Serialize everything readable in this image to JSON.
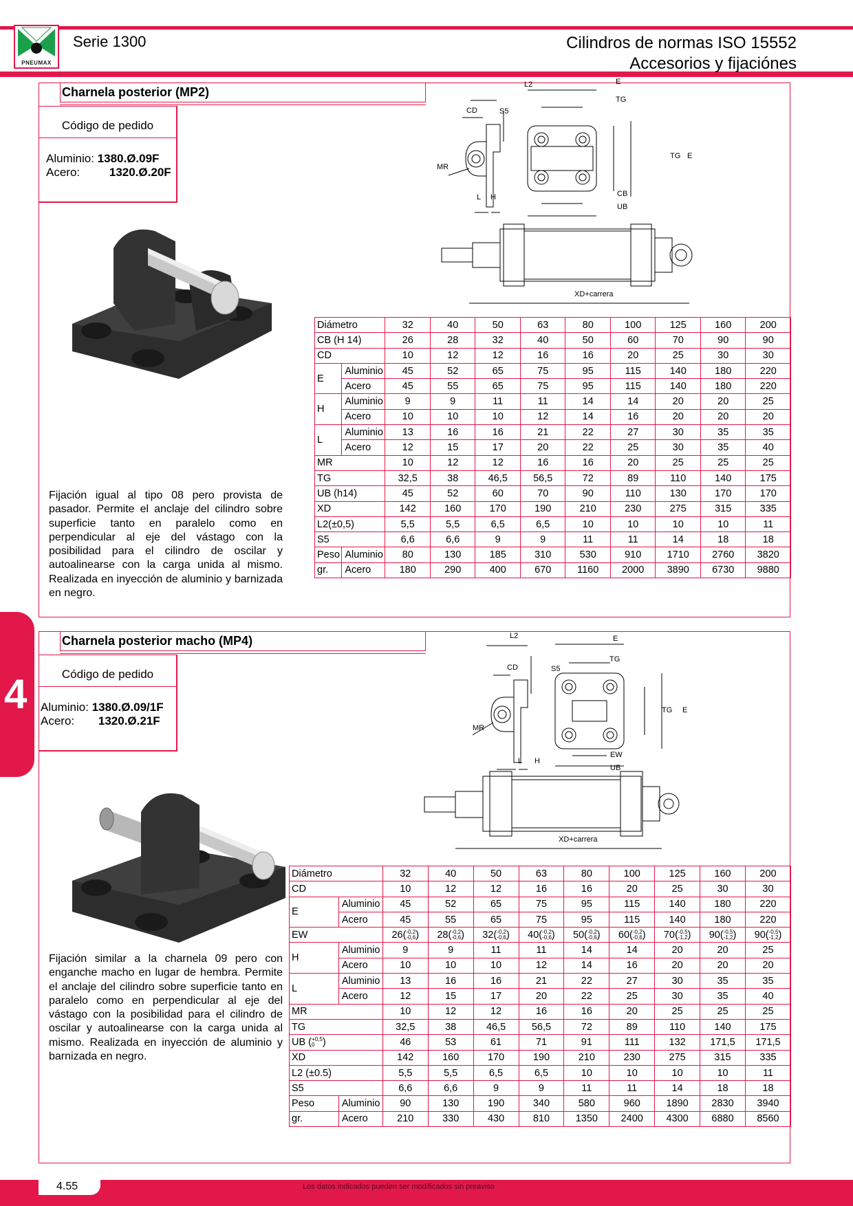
{
  "header": {
    "logo_text": "PNEUMAX",
    "series": "Serie 1300",
    "title_line1": "Cilindros de normas ISO 15552",
    "title_line2": "Accesorios y fijaciónes"
  },
  "side_tab": "4",
  "sections": [
    {
      "title": "Charnela posterior (MP2)",
      "order_label": "Código de pedido",
      "codes": [
        {
          "material": "Aluminio:",
          "code": "1380.Ø.09F"
        },
        {
          "material": "Acero:",
          "code": "1320.Ø.20F"
        }
      ],
      "description": "Fijación igual al tipo 08 pero provista de pasador. Permite el anclaje del cilindro sobre superficie tanto en paralelo como en perpendicular al eje del vástago con la posibilidad para el cilindro de oscilar y autoalinearse con la carga unida al mismo. Realizada en inyección de aluminio y barnizada en negro.",
      "drawing_labels": {
        "L2": "L2",
        "E": "E",
        "TG": "TG",
        "S5": "S5",
        "CD": "CD",
        "MR": "MR",
        "L": "L",
        "H": "H",
        "CB": "CB",
        "UB": "UB",
        "XD": "XD+carrera"
      },
      "table": {
        "header_label": "Diámetro",
        "diameters": [
          "32",
          "40",
          "50",
          "63",
          "80",
          "100",
          "125",
          "160",
          "200"
        ],
        "rows": [
          {
            "label": "CB (H 14)",
            "values": [
              "26",
              "28",
              "32",
              "40",
              "50",
              "60",
              "70",
              "90",
              "90"
            ]
          },
          {
            "label": "CD",
            "values": [
              "10",
              "12",
              "12",
              "16",
              "16",
              "20",
              "25",
              "30",
              "30"
            ]
          },
          {
            "label": "E",
            "sub": [
              {
                "label": "Aluminio",
                "values": [
                  "45",
                  "52",
                  "65",
                  "75",
                  "95",
                  "115",
                  "140",
                  "180",
                  "220"
                ]
              },
              {
                "label": "Acero",
                "values": [
                  "45",
                  "55",
                  "65",
                  "75",
                  "95",
                  "115",
                  "140",
                  "180",
                  "220"
                ]
              }
            ]
          },
          {
            "label": "H",
            "sub": [
              {
                "label": "Aluminio",
                "values": [
                  "9",
                  "9",
                  "11",
                  "11",
                  "14",
                  "14",
                  "20",
                  "20",
                  "25"
                ]
              },
              {
                "label": "Acero",
                "values": [
                  "10",
                  "10",
                  "10",
                  "12",
                  "14",
                  "16",
                  "20",
                  "20",
                  "20"
                ]
              }
            ]
          },
          {
            "label": "L",
            "sub": [
              {
                "label": "Aluminio",
                "values": [
                  "13",
                  "16",
                  "16",
                  "21",
                  "22",
                  "27",
                  "30",
                  "35",
                  "35"
                ]
              },
              {
                "label": "Acero",
                "values": [
                  "12",
                  "15",
                  "17",
                  "20",
                  "22",
                  "25",
                  "30",
                  "35",
                  "40"
                ]
              }
            ]
          },
          {
            "label": "MR",
            "values": [
              "10",
              "12",
              "12",
              "16",
              "16",
              "20",
              "25",
              "25",
              "25"
            ]
          },
          {
            "label": "TG",
            "values": [
              "32,5",
              "38",
              "46,5",
              "56,5",
              "72",
              "89",
              "110",
              "140",
              "175"
            ]
          },
          {
            "label": "UB (h14)",
            "values": [
              "45",
              "52",
              "60",
              "70",
              "90",
              "110",
              "130",
              "170",
              "170"
            ]
          },
          {
            "label": "XD",
            "values": [
              "142",
              "160",
              "170",
              "190",
              "210",
              "230",
              "275",
              "315",
              "335"
            ]
          },
          {
            "label": "L2(±0,5)",
            "values": [
              "5,5",
              "5,5",
              "6,5",
              "6,5",
              "10",
              "10",
              "10",
              "10",
              "11"
            ]
          },
          {
            "label": "S5",
            "values": [
              "6,6",
              "6,6",
              "9",
              "9",
              "11",
              "11",
              "14",
              "18",
              "18"
            ]
          },
          {
            "label": "Peso",
            "label2": "gr.",
            "sub": [
              {
                "label": "Aluminio",
                "values": [
                  "80",
                  "130",
                  "185",
                  "310",
                  "530",
                  "910",
                  "1710",
                  "2760",
                  "3820"
                ]
              },
              {
                "label": "Acero",
                "values": [
                  "180",
                  "290",
                  "400",
                  "670",
                  "1160",
                  "2000",
                  "3890",
                  "6730",
                  "9880"
                ]
              }
            ]
          }
        ]
      }
    },
    {
      "title": "Charnela posterior macho (MP4)",
      "order_label": "Código de pedido",
      "codes": [
        {
          "material": "Aluminio:",
          "code": "1380.Ø.09/1F"
        },
        {
          "material": "Acero:",
          "code": "1320.Ø.21F"
        }
      ],
      "description": "Fijación similar a la charnela 09 pero con enganche macho en lugar de hembra. Permite el anclaje del cilindro sobre superficie tanto en paralelo como en perpendicular al eje del vástago con la posibilidad para el cilindro de oscilar y autoalinearse con la carga unida al mismo. Realizada en inyección de aluminio y barnizada en negro.",
      "drawing_labels": {
        "L2": "L2",
        "E": "E",
        "TG": "TG",
        "S5": "S5",
        "CD": "CD",
        "MR": "MR",
        "L": "L",
        "H": "H",
        "EW": "EW",
        "UB": "UB",
        "XD": "XD+carrera"
      },
      "table": {
        "header_label": "Diámetro",
        "diameters": [
          "32",
          "40",
          "50",
          "63",
          "80",
          "100",
          "125",
          "160",
          "200"
        ],
        "rows": [
          {
            "label": "CD",
            "values": [
              "10",
              "12",
              "12",
              "16",
              "16",
              "20",
              "25",
              "30",
              "30"
            ]
          },
          {
            "label": "E",
            "sub": [
              {
                "label": "Aluminio",
                "values": [
                  "45",
                  "52",
                  "65",
                  "75",
                  "95",
                  "115",
                  "140",
                  "180",
                  "220"
                ]
              },
              {
                "label": "Acero",
                "values": [
                  "45",
                  "55",
                  "65",
                  "75",
                  "95",
                  "115",
                  "140",
                  "180",
                  "220"
                ]
              }
            ]
          },
          {
            "label": "EW",
            "ew": [
              {
                "v": "26",
                "t": "-0,2",
                "b": "-0,6"
              },
              {
                "v": "28",
                "t": "-0,2",
                "b": "-0,6"
              },
              {
                "v": "32",
                "t": "-0,2",
                "b": "-0,6"
              },
              {
                "v": "40",
                "t": "-0,2",
                "b": "-0,6"
              },
              {
                "v": "50",
                "t": "-0,2",
                "b": "-0,6"
              },
              {
                "v": "60",
                "t": "-0,2",
                "b": "-0,6"
              },
              {
                "v": "70",
                "t": "-0,5",
                "b": "-1,2"
              },
              {
                "v": "90",
                "t": "-0,5",
                "b": "-1,2"
              },
              {
                "v": "90",
                "t": "-0,5",
                "b": "-1,2"
              }
            ]
          },
          {
            "label": "H",
            "sub": [
              {
                "label": "Aluminio",
                "values": [
                  "9",
                  "9",
                  "11",
                  "11",
                  "14",
                  "14",
                  "20",
                  "20",
                  "25"
                ]
              },
              {
                "label": "Acero",
                "values": [
                  "10",
                  "10",
                  "10",
                  "12",
                  "14",
                  "16",
                  "20",
                  "20",
                  "20"
                ]
              }
            ]
          },
          {
            "label": "L",
            "sub": [
              {
                "label": "Aluminio",
                "values": [
                  "13",
                  "16",
                  "16",
                  "21",
                  "22",
                  "27",
                  "30",
                  "35",
                  "35"
                ]
              },
              {
                "label": "Acero",
                "values": [
                  "12",
                  "15",
                  "17",
                  "20",
                  "22",
                  "25",
                  "30",
                  "35",
                  "40"
                ]
              }
            ]
          },
          {
            "label": "MR",
            "values": [
              "10",
              "12",
              "12",
              "16",
              "16",
              "20",
              "25",
              "25",
              "25"
            ]
          },
          {
            "label": "TG",
            "values": [
              "32,5",
              "38",
              "46,5",
              "56,5",
              "72",
              "89",
              "110",
              "140",
              "175"
            ]
          },
          {
            "label": "UB",
            "label_tol_top": "+0,5",
            "label_tol_bot": "0",
            "values": [
              "46",
              "53",
              "61",
              "71",
              "91",
              "111",
              "132",
              "171,5",
              "171,5"
            ]
          },
          {
            "label": "XD",
            "values": [
              "142",
              "160",
              "170",
              "190",
              "210",
              "230",
              "275",
              "315",
              "335"
            ]
          },
          {
            "label": "L2 (±0.5)",
            "values": [
              "5,5",
              "5,5",
              "6,5",
              "6,5",
              "10",
              "10",
              "10",
              "10",
              "11"
            ]
          },
          {
            "label": "S5",
            "values": [
              "6,6",
              "6,6",
              "9",
              "9",
              "11",
              "11",
              "14",
              "18",
              "18"
            ]
          },
          {
            "label": "Peso",
            "label2": "gr.",
            "sub": [
              {
                "label": "Aluminio",
                "values": [
                  "90",
                  "130",
                  "190",
                  "340",
                  "580",
                  "960",
                  "1890",
                  "2830",
                  "3940"
                ]
              },
              {
                "label": "Acero",
                "values": [
                  "210",
                  "330",
                  "430",
                  "810",
                  "1350",
                  "2400",
                  "4300",
                  "6880",
                  "8560"
                ]
              }
            ]
          }
        ]
      }
    }
  ],
  "footer": {
    "page": "4.55",
    "note": "Los datos indicados pueden ser modificados sin preaviso"
  }
}
